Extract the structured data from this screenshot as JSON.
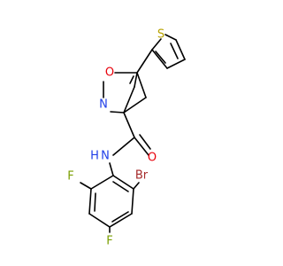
{
  "molecule": {
    "atoms": {
      "S": {
        "text": "S",
        "color": "#b8a300"
      },
      "O1": {
        "text": "O",
        "color": "#e8000b"
      },
      "N1": {
        "text": "N",
        "color": "#1f3ee8"
      },
      "O2": {
        "text": "O",
        "color": "#e8000b"
      },
      "NH": {
        "text": "N",
        "color": "#1f3ee8"
      },
      "H": {
        "text": "H",
        "color": "#1f3ee8"
      },
      "Br": {
        "text": "Br",
        "color": "#a52a2a"
      },
      "F1": {
        "text": "F",
        "color": "#7a9e00"
      },
      "F2": {
        "text": "F",
        "color": "#7a9e00"
      }
    },
    "bond_color": "#000000"
  }
}
